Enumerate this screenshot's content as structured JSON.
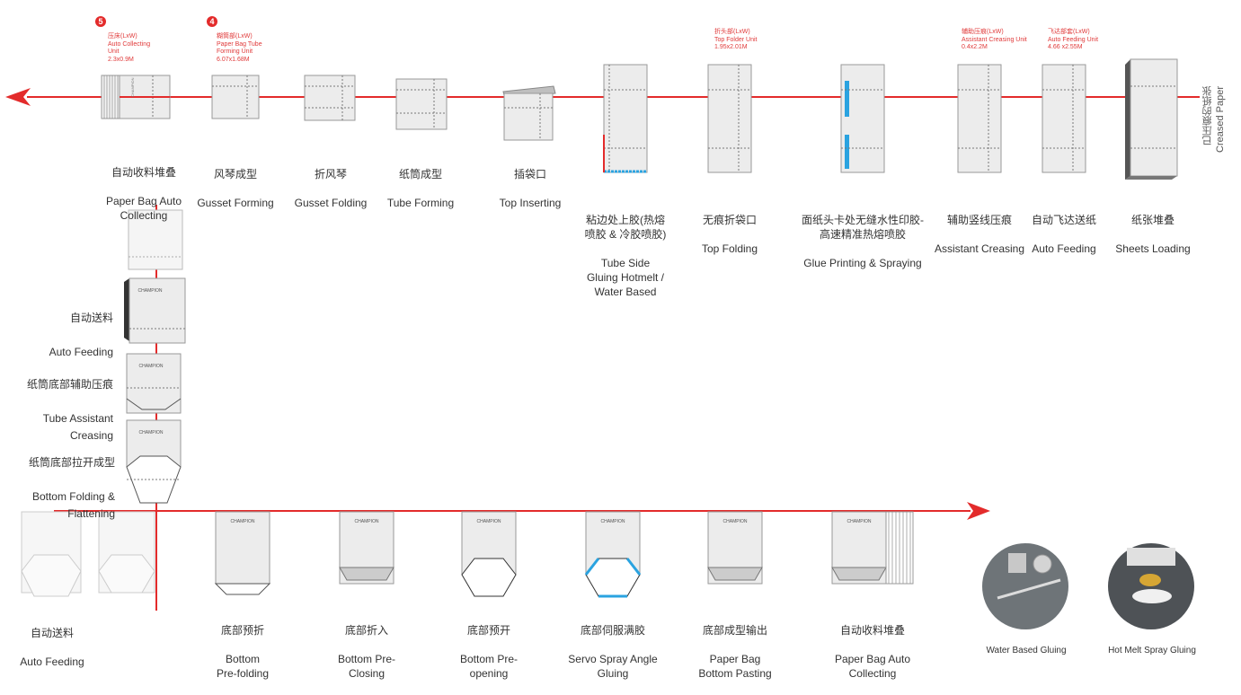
{
  "colors": {
    "line": "#e32b2b",
    "sheet": "#e6e6e6",
    "edge": "#9a9a9a",
    "dash": "#6e6e6e",
    "accent": "#2aa3e0",
    "text": "#333333"
  },
  "side_label": {
    "cn": "已压痕的纸张",
    "en": "Creased Paper"
  },
  "top_row": [
    {
      "id": "auto-collecting",
      "cn": "自动收料堆叠",
      "en": "Paper Bag Auto\nCollecting",
      "badge": "5",
      "spec": "压床(LxW)\nAuto Collecting\nUnit\n2.3x0.9M"
    },
    {
      "id": "gusset-forming",
      "cn": "风琴成型",
      "en": "Gusset Forming",
      "badge": "4",
      "spec": "糊筒部(LxW)\nPaper Bag Tube\nForming Unit\n6.07x1.68M"
    },
    {
      "id": "gusset-folding",
      "cn": "折风琴",
      "en": "Gusset Folding"
    },
    {
      "id": "tube-forming",
      "cn": "纸筒成型",
      "en": "Tube Forming"
    },
    {
      "id": "top-inserting",
      "cn": "插袋口",
      "en": "Top Inserting"
    },
    {
      "id": "tube-side-gluing",
      "cn": "粘边处上胶(热熔\n喷胶 & 冷胶喷胶)",
      "en": "Tube Side\nGluing Hotmelt /\nWater Based"
    },
    {
      "id": "top-folding",
      "cn": "无痕折袋口",
      "en": "Top Folding",
      "spec": "折头部(LxW)\nTop Folder Unit\n1.95x2.01M"
    },
    {
      "id": "glue-printing",
      "cn": "面纸头卡处无缝水性印胶-\n高速精准热熔喷胶",
      "en": "Glue Printing & Spraying"
    },
    {
      "id": "assistant-creasing",
      "cn": "辅助竖线压痕",
      "en": "Assistant Creasing",
      "spec": "辅助压痕(LxW)\nAssistant Creasing Unit\n0.4x2.2M"
    },
    {
      "id": "auto-feeding-top",
      "cn": "自动飞达送纸",
      "en": "Auto Feeding",
      "spec": "飞达部套(LxW)\nAuto Feeding Unit\n4.66 x2.55M"
    },
    {
      "id": "sheets-loading",
      "cn": "纸张堆叠",
      "en": "Sheets Loading"
    }
  ],
  "left_col": [
    {
      "id": "auto-feeding-left",
      "cn": "自动送料",
      "en": "Auto Feeding"
    },
    {
      "id": "tube-assistant-creasing",
      "cn": "纸筒底部辅助压痕",
      "en": "Tube Assistant\nCreasing"
    },
    {
      "id": "bottom-folding-flattening",
      "cn": "纸筒底部拉开成型",
      "en": "Bottom Folding &\nFlattening"
    }
  ],
  "bottom_row": [
    {
      "id": "auto-feeding-bottom",
      "cn": "自动送料",
      "en": "Auto Feeding"
    },
    {
      "id": "bottom-prefolding",
      "cn": "底部预折",
      "en": "Bottom\nPre-folding"
    },
    {
      "id": "bottom-preclosing",
      "cn": "底部折入",
      "en": "Bottom Pre-\nClosing"
    },
    {
      "id": "bottom-preopening",
      "cn": "底部预开",
      "en": "Bottom Pre-\nopening"
    },
    {
      "id": "servo-spray",
      "cn": "底部伺服满胶",
      "en": "Servo Spray Angle\nGluing"
    },
    {
      "id": "bottom-pasting",
      "cn": "底部成型输出",
      "en": "Paper Bag\nBottom Pasting"
    },
    {
      "id": "auto-collecting-bottom",
      "cn": "自动收料堆叠",
      "en": "Paper Bag Auto\nCollecting"
    }
  ],
  "photos": [
    {
      "id": "water-based-gluing",
      "caption": "Water Based Gluing"
    },
    {
      "id": "hot-melt-spray-gluing",
      "caption": "Hot Melt Spray Gluing"
    }
  ],
  "brand": "CHAMPION"
}
